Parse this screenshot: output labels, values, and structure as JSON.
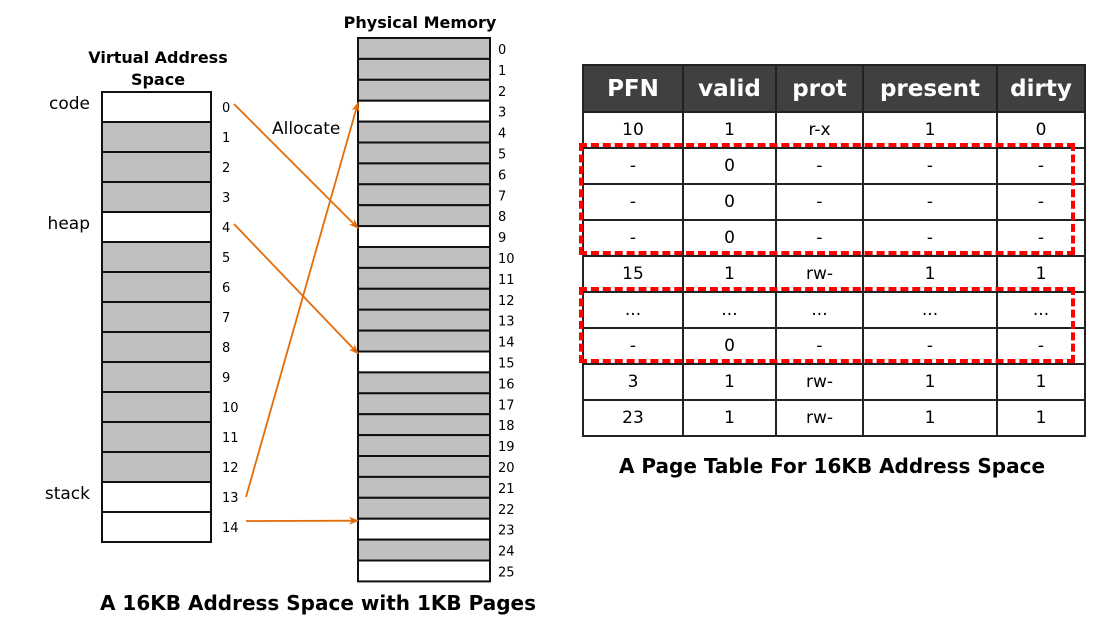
{
  "virtual": {
    "title_line1": "Virtual Address",
    "title_line2": "Space",
    "pages": [
      0,
      1,
      2,
      3,
      4,
      5,
      6,
      7,
      8,
      9,
      10,
      11,
      12,
      13,
      14
    ],
    "used_pages": [
      0,
      4,
      13,
      14
    ],
    "segments": [
      {
        "label": "code",
        "page": 0
      },
      {
        "label": "heap",
        "page": 4
      },
      {
        "label": "stack",
        "page": 13
      }
    ]
  },
  "physical": {
    "title": "Physical Memory",
    "frames": [
      0,
      1,
      2,
      3,
      4,
      5,
      6,
      7,
      8,
      9,
      10,
      11,
      12,
      13,
      14,
      15,
      16,
      17,
      18,
      19,
      20,
      21,
      22,
      23,
      24,
      25
    ],
    "free_frames": [
      3,
      9,
      15,
      23,
      25
    ]
  },
  "mappings": [
    {
      "from": 0,
      "to": 9
    },
    {
      "from": 4,
      "to": 15
    },
    {
      "from": 13,
      "to": 3
    },
    {
      "from": 14,
      "to": 23
    }
  ],
  "allocate_label": "Allocate",
  "left_caption": "A 16KB Address Space with 1KB Pages",
  "page_table": {
    "columns": [
      "PFN",
      "valid",
      "prot",
      "present",
      "dirty"
    ],
    "rows": [
      [
        "10",
        "1",
        "r-x",
        "1",
        "0"
      ],
      [
        "-",
        "0",
        "-",
        "-",
        "-"
      ],
      [
        "-",
        "0",
        "-",
        "-",
        "-"
      ],
      [
        "-",
        "0",
        "-",
        "-",
        "-"
      ],
      [
        "15",
        "1",
        "rw-",
        "1",
        "1"
      ],
      [
        "...",
        "...",
        "...",
        "...",
        "..."
      ],
      [
        "-",
        "0",
        "-",
        "-",
        "-"
      ],
      [
        "3",
        "1",
        "rw-",
        "1",
        "1"
      ],
      [
        "23",
        "1",
        "rw-",
        "1",
        "1"
      ]
    ],
    "highlighted_row_groups": [
      [
        1,
        3
      ],
      [
        5,
        6
      ]
    ],
    "caption": "A Page Table For 16KB Address Space"
  },
  "colors": {
    "used": "#c0c0c0",
    "free": "#ffffff",
    "arrow": "#e36c0a",
    "header": "#404040",
    "highlight": "#ff0000"
  }
}
